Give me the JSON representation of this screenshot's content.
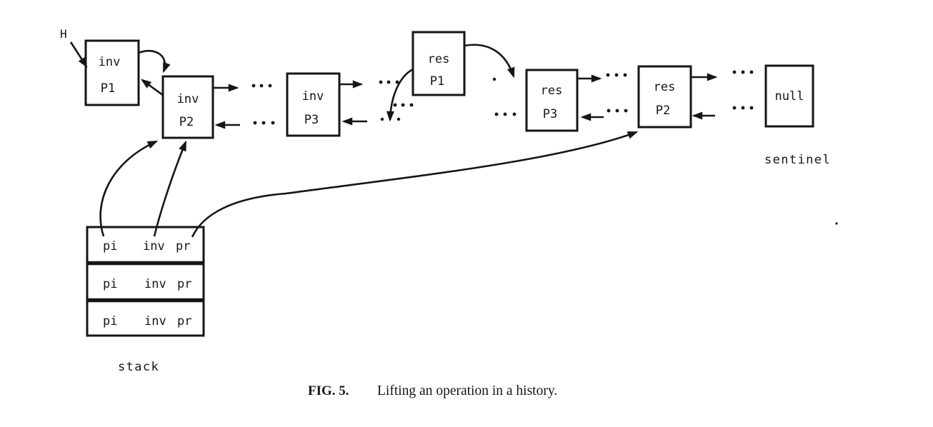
{
  "diagram": {
    "head_label": "H",
    "sentinel_label": "sentinel",
    "stack_label": "stack",
    "nodes": [
      {
        "id": "inv-p1",
        "line1": "inv",
        "line2": "P1"
      },
      {
        "id": "inv-p2",
        "line1": "inv",
        "line2": "P2"
      },
      {
        "id": "inv-p3",
        "line1": "inv",
        "line2": "P3"
      },
      {
        "id": "res-p1",
        "line1": "res",
        "line2": "P1"
      },
      {
        "id": "res-p3",
        "line1": "res",
        "line2": "P3"
      },
      {
        "id": "res-p2",
        "line1": "res",
        "line2": "P2"
      },
      {
        "id": "null",
        "line1": "null",
        "line2": ""
      }
    ],
    "stack_rows": [
      {
        "c1": "pi",
        "c2": "inv",
        "c3": "pr"
      },
      {
        "c1": "pi",
        "c2": "inv",
        "c3": "pr"
      },
      {
        "c1": "pi",
        "c2": "inv",
        "c3": "pr"
      }
    ]
  },
  "caption": {
    "label": "FIG. 5.",
    "text": "Lifting an operation in a history."
  },
  "colors": {
    "ink": "#161616",
    "paper": "#ffffff"
  }
}
